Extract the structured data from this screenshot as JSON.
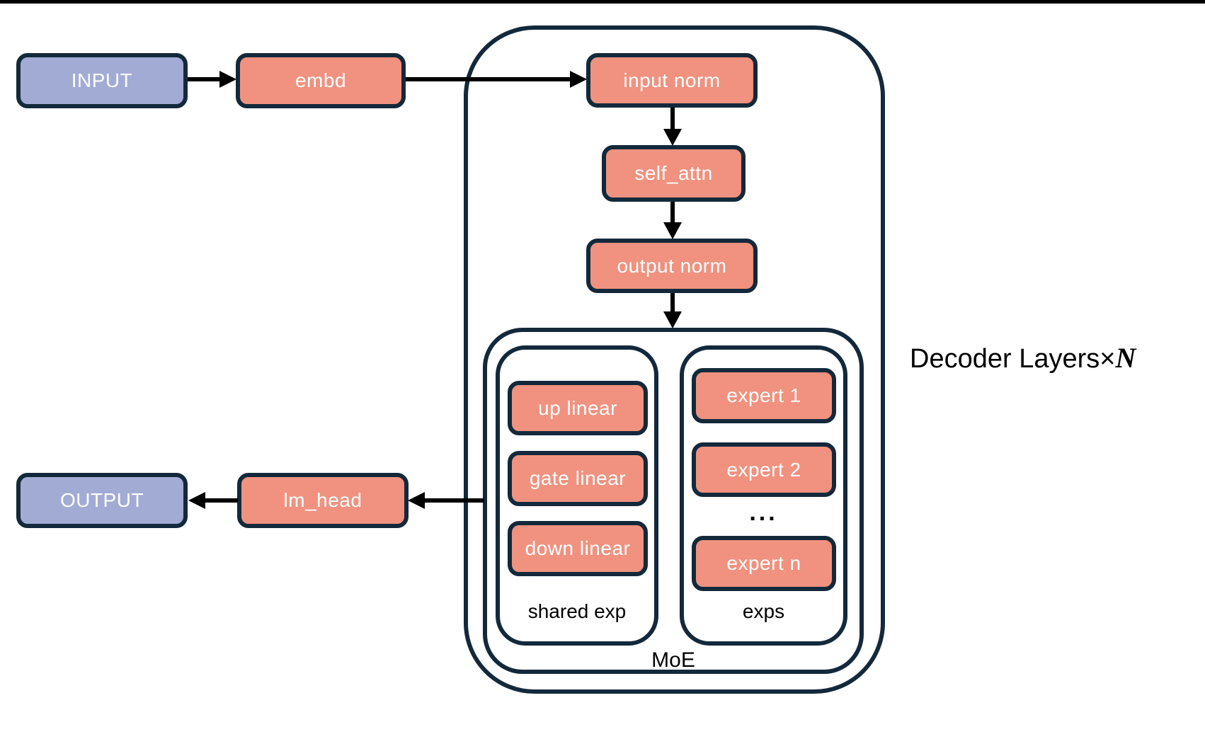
{
  "diagram": {
    "title_side_label": {
      "prefix": "Decoder Layers",
      "times": "×",
      "n": "N"
    },
    "nodes": {
      "input": {
        "label": "INPUT"
      },
      "embd": {
        "label": "embd"
      },
      "input_norm": {
        "label": "input norm"
      },
      "self_attn": {
        "label": "self_attn"
      },
      "output_norm": {
        "label": "output norm"
      },
      "up_linear": {
        "label": "up linear"
      },
      "gate_linear": {
        "label": "gate linear"
      },
      "down_linear": {
        "label": "down linear"
      },
      "expert_1": {
        "label": "expert 1"
      },
      "expert_2": {
        "label": "expert 2"
      },
      "expert_dots": {
        "label": "..."
      },
      "expert_n": {
        "label": "expert n"
      },
      "lm_head": {
        "label": "lm_head"
      },
      "output": {
        "label": "OUTPUT"
      }
    },
    "groups": {
      "shared_exp": {
        "label": "shared exp"
      },
      "exps": {
        "label": "exps"
      },
      "moe": {
        "label": "MoE"
      }
    },
    "colors": {
      "io_fill": "#a2abd4",
      "module_fill": "#f0927f",
      "border_color": "#13293b",
      "arrow_color": "#000000",
      "label_color": "#000000"
    }
  }
}
